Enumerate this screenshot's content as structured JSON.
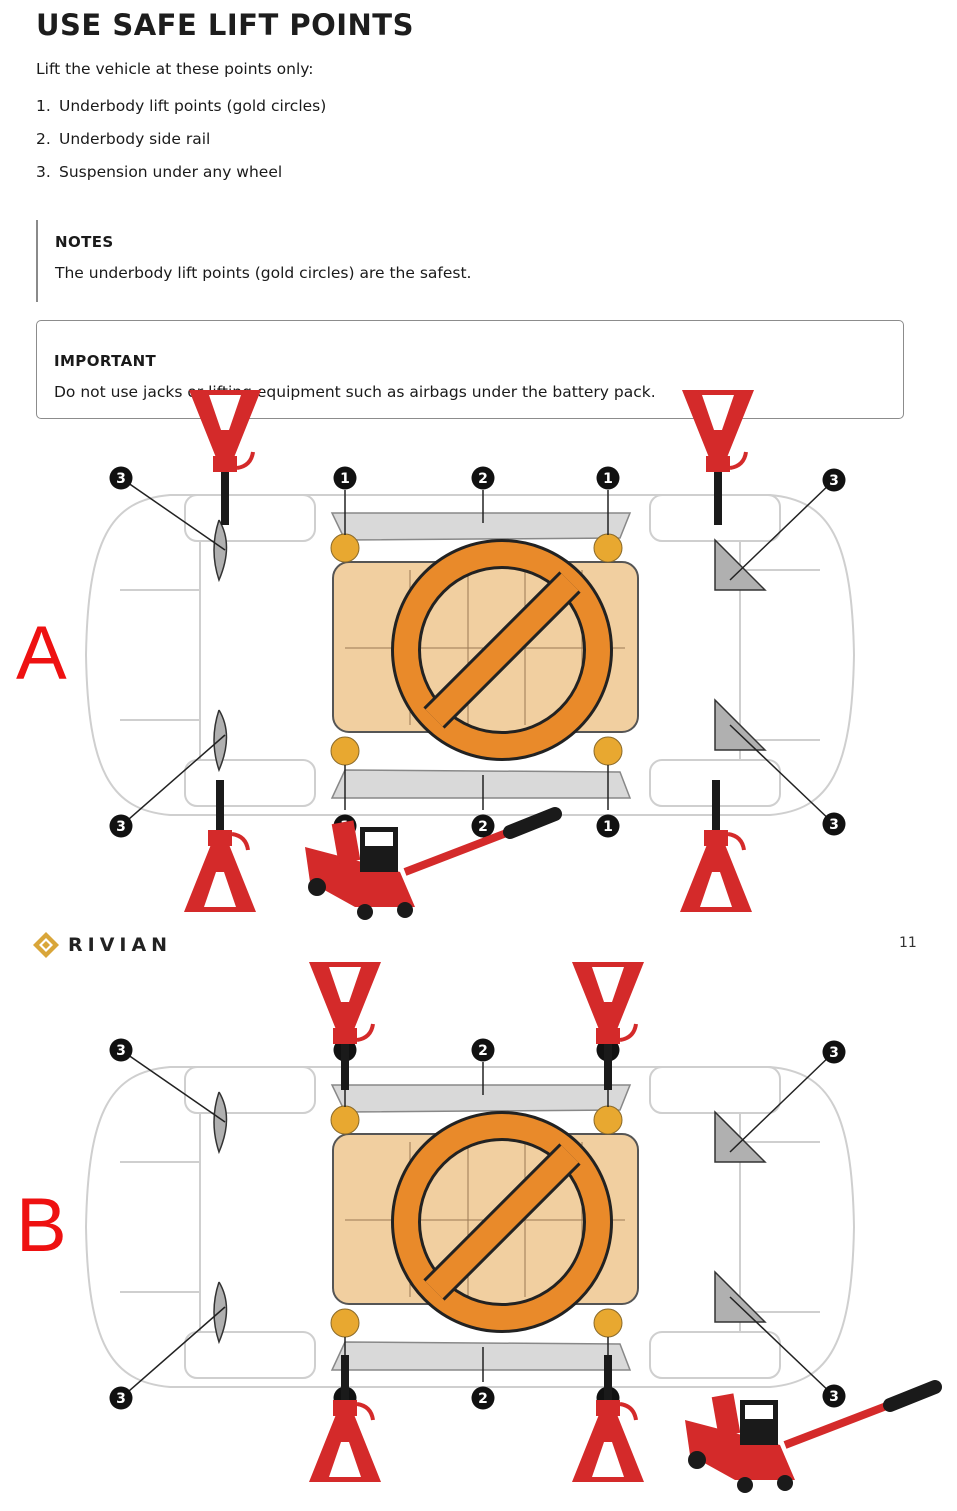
{
  "page": {
    "title": "USE SAFE LIFT POINTS",
    "intro": "Lift the vehicle at these points only:",
    "steps": [
      {
        "num": "1.",
        "text": "Underbody lift points (gold circles)"
      },
      {
        "num": "2.",
        "text": "Underbody side rail"
      },
      {
        "num": "3.",
        "text": "Suspension under any wheel"
      }
    ],
    "notes": {
      "heading": "NOTES",
      "text": "The underbody lift points (gold circles) are the safest."
    },
    "important": {
      "heading": "IMPORTANT",
      "text": "Do not use jacks or lifting equipment such as airbags under the battery pack."
    },
    "page_number": "11"
  },
  "brand": {
    "name": "RIVIAN",
    "color": "#d9a63a"
  },
  "diagrams": [
    {
      "label": "A",
      "callout_numbers": [
        "1",
        "2",
        "3"
      ]
    },
    {
      "label": "B",
      "callout_numbers": [
        "1",
        "2",
        "3"
      ]
    }
  ],
  "colors": {
    "lift_point_gold": "#e8a830",
    "battery_pack": "#f1cfa0",
    "prohibition": "#e98a2a",
    "side_rail": "#d9d9d9",
    "jack_red": "#d42a2a",
    "label_red": "#ee1111"
  },
  "icons": [
    "prohibition-icon",
    "jack-stand-icon",
    "floor-jack-icon",
    "rivian-logo-icon"
  ]
}
